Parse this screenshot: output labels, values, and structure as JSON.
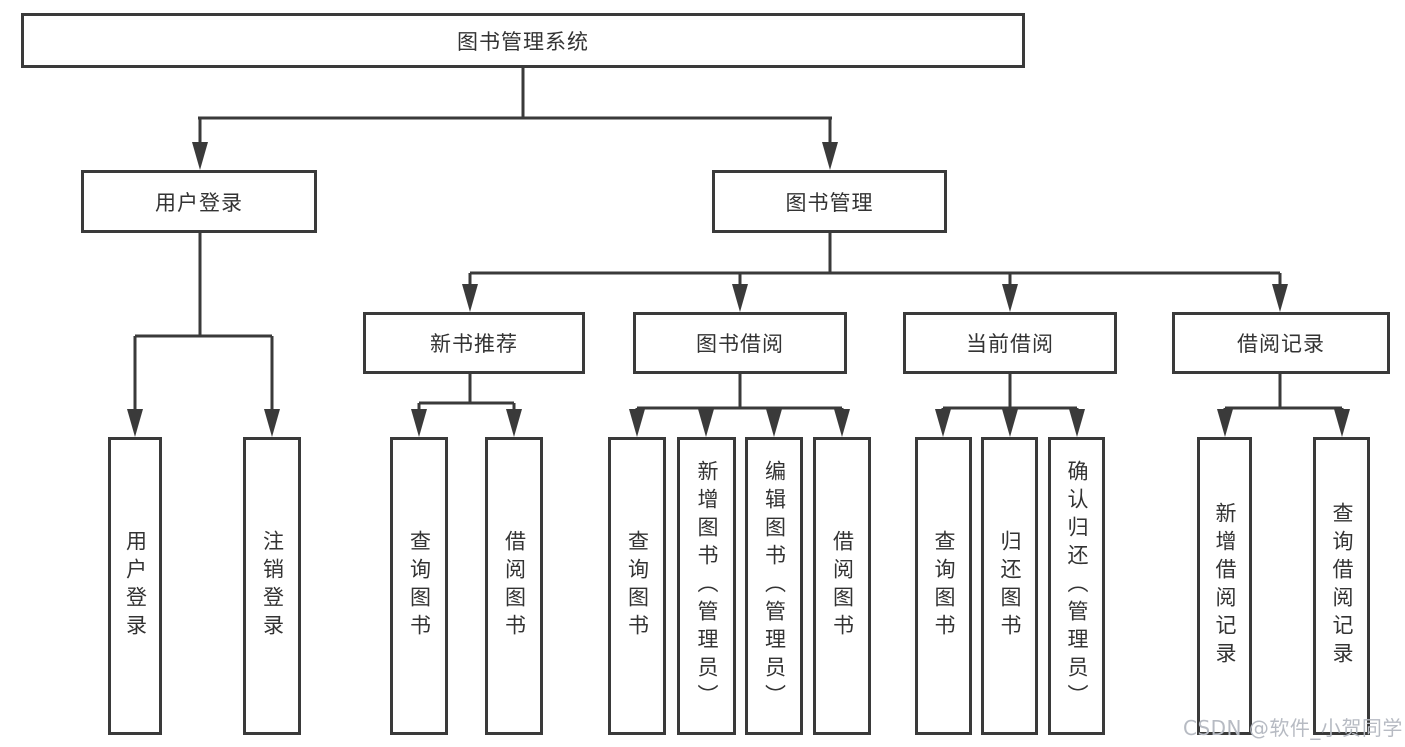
{
  "diagram_type": "hierarchy-tree",
  "tree": {
    "label": "图书管理系统",
    "children": [
      {
        "label": "用户登录",
        "children": [
          {
            "label": "用户登录"
          },
          {
            "label": "注销登录"
          }
        ]
      },
      {
        "label": "图书管理",
        "children": [
          {
            "label": "新书推荐",
            "children": [
              {
                "label": "查询图书"
              },
              {
                "label": "借阅图书"
              }
            ]
          },
          {
            "label": "图书借阅",
            "children": [
              {
                "label": "查询图书"
              },
              {
                "label": "新增图书（管理员）"
              },
              {
                "label": "编辑图书（管理员）"
              },
              {
                "label": "借阅图书"
              }
            ]
          },
          {
            "label": "当前借阅",
            "children": [
              {
                "label": "查询图书"
              },
              {
                "label": "归还图书"
              },
              {
                "label": "确认归还（管理员）"
              }
            ]
          },
          {
            "label": "借阅记录",
            "children": [
              {
                "label": "新增借阅记录"
              },
              {
                "label": "查询借阅记录"
              }
            ]
          }
        ]
      }
    ]
  },
  "watermark": "CSDN @软件_小贺同学",
  "colors": {
    "line": "#3a3a3a",
    "text": "#333333",
    "background": "#ffffff",
    "watermark": "#b7bbc3"
  }
}
